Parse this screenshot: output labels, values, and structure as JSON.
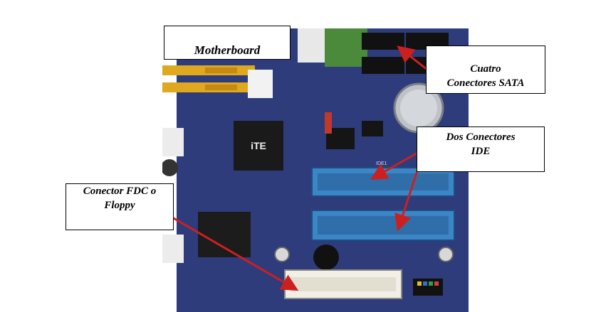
{
  "labels": {
    "motherboard": "Motherboard",
    "sata_line1": "Cuatro",
    "sata_line2": "Conectores SATA",
    "ide_line1": "Dos Conectores",
    "ide_line2": "IDE",
    "fdc_line1": "Conector FDC o",
    "fdc_line2": "Floppy"
  },
  "chip_text": {
    "ite_logo": "iTE",
    "ide_header_label": "IDE1"
  },
  "colors": {
    "board": "#2b3a7a",
    "ide_connector": "#3b86c6",
    "pci_slot": "#e0a81e",
    "arrow": "#cc2020",
    "fdc_connector": "#f2f0e6"
  }
}
